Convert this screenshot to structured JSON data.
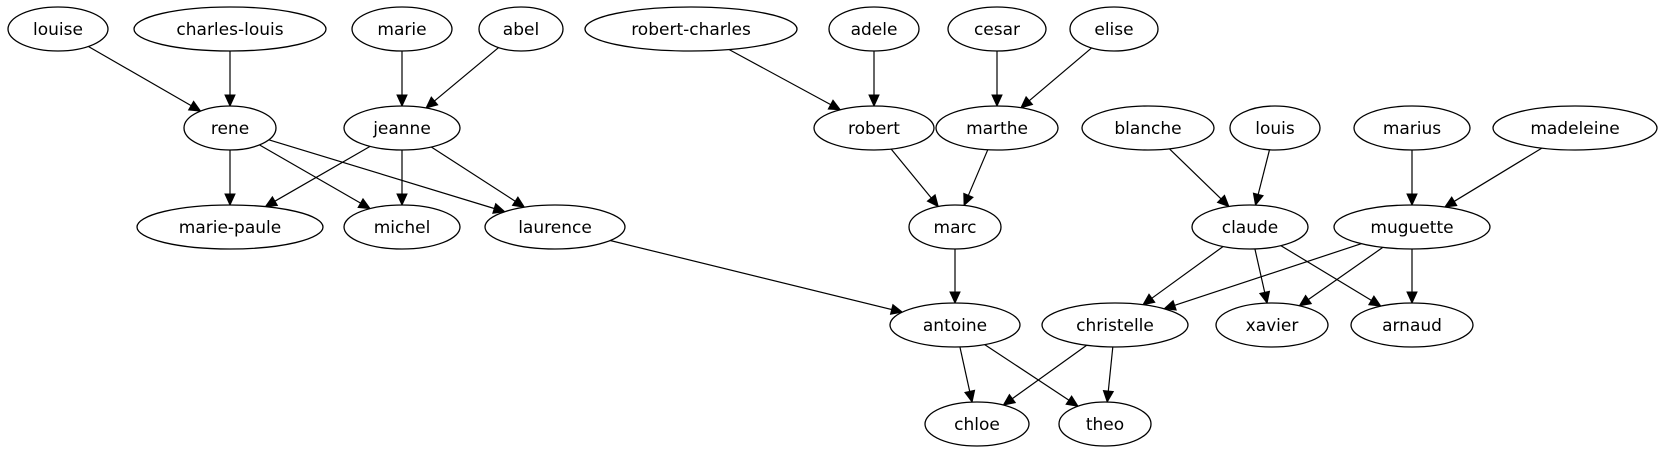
{
  "graph": {
    "nodes": [
      {
        "id": "louise",
        "label": "louise"
      },
      {
        "id": "charles-louis",
        "label": "charles-louis"
      },
      {
        "id": "marie",
        "label": "marie"
      },
      {
        "id": "abel",
        "label": "abel"
      },
      {
        "id": "robert-charles",
        "label": "robert-charles"
      },
      {
        "id": "adele",
        "label": "adele"
      },
      {
        "id": "cesar",
        "label": "cesar"
      },
      {
        "id": "elise",
        "label": "elise"
      },
      {
        "id": "rene",
        "label": "rene"
      },
      {
        "id": "jeanne",
        "label": "jeanne"
      },
      {
        "id": "robert",
        "label": "robert"
      },
      {
        "id": "marthe",
        "label": "marthe"
      },
      {
        "id": "blanche",
        "label": "blanche"
      },
      {
        "id": "louis",
        "label": "louis"
      },
      {
        "id": "marius",
        "label": "marius"
      },
      {
        "id": "madeleine",
        "label": "madeleine"
      },
      {
        "id": "marie-paule",
        "label": "marie-paule"
      },
      {
        "id": "michel",
        "label": "michel"
      },
      {
        "id": "laurence",
        "label": "laurence"
      },
      {
        "id": "marc",
        "label": "marc"
      },
      {
        "id": "claude",
        "label": "claude"
      },
      {
        "id": "muguette",
        "label": "muguette"
      },
      {
        "id": "antoine",
        "label": "antoine"
      },
      {
        "id": "christelle",
        "label": "christelle"
      },
      {
        "id": "xavier",
        "label": "xavier"
      },
      {
        "id": "arnaud",
        "label": "arnaud"
      },
      {
        "id": "chloe",
        "label": "chloe"
      },
      {
        "id": "theo",
        "label": "theo"
      }
    ],
    "edges": [
      {
        "from": "louise",
        "to": "rene"
      },
      {
        "from": "charles-louis",
        "to": "rene"
      },
      {
        "from": "marie",
        "to": "jeanne"
      },
      {
        "from": "abel",
        "to": "jeanne"
      },
      {
        "from": "robert-charles",
        "to": "robert"
      },
      {
        "from": "adele",
        "to": "robert"
      },
      {
        "from": "cesar",
        "to": "marthe"
      },
      {
        "from": "elise",
        "to": "marthe"
      },
      {
        "from": "rene",
        "to": "marie-paule"
      },
      {
        "from": "rene",
        "to": "michel"
      },
      {
        "from": "rene",
        "to": "laurence"
      },
      {
        "from": "jeanne",
        "to": "marie-paule"
      },
      {
        "from": "jeanne",
        "to": "michel"
      },
      {
        "from": "jeanne",
        "to": "laurence"
      },
      {
        "from": "robert",
        "to": "marc"
      },
      {
        "from": "marthe",
        "to": "marc"
      },
      {
        "from": "blanche",
        "to": "claude"
      },
      {
        "from": "louis",
        "to": "claude"
      },
      {
        "from": "marius",
        "to": "muguette"
      },
      {
        "from": "madeleine",
        "to": "muguette"
      },
      {
        "from": "laurence",
        "to": "antoine"
      },
      {
        "from": "marc",
        "to": "antoine"
      },
      {
        "from": "claude",
        "to": "christelle"
      },
      {
        "from": "claude",
        "to": "xavier"
      },
      {
        "from": "claude",
        "to": "arnaud"
      },
      {
        "from": "muguette",
        "to": "christelle"
      },
      {
        "from": "muguette",
        "to": "xavier"
      },
      {
        "from": "muguette",
        "to": "arnaud"
      },
      {
        "from": "antoine",
        "to": "chloe"
      },
      {
        "from": "antoine",
        "to": "theo"
      },
      {
        "from": "christelle",
        "to": "chloe"
      },
      {
        "from": "christelle",
        "to": "theo"
      }
    ]
  }
}
